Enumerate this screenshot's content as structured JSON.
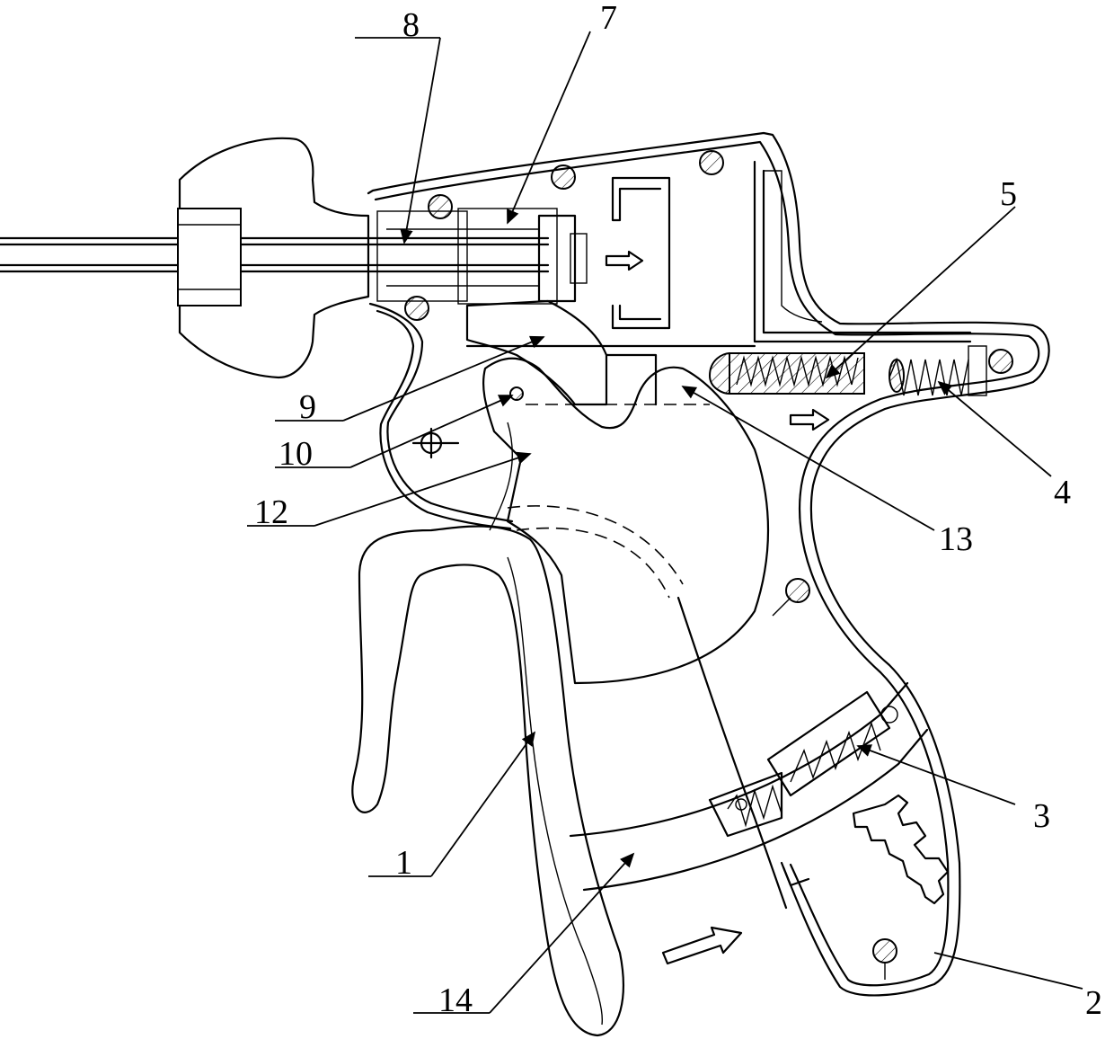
{
  "figure": {
    "labels": [
      {
        "key": "p8",
        "text": "8"
      },
      {
        "key": "p7",
        "text": "7"
      },
      {
        "key": "p5",
        "text": "5"
      },
      {
        "key": "p4",
        "text": "4"
      },
      {
        "key": "p9",
        "text": "9"
      },
      {
        "key": "p10",
        "text": "10"
      },
      {
        "key": "p12",
        "text": "12"
      },
      {
        "key": "p13",
        "text": "13"
      },
      {
        "key": "p1",
        "text": "1"
      },
      {
        "key": "p3",
        "text": "3"
      },
      {
        "key": "p14",
        "text": "14"
      },
      {
        "key": "p2",
        "text": "2"
      }
    ]
  },
  "colors": {
    "line": "#000000",
    "background": "#ffffff"
  }
}
